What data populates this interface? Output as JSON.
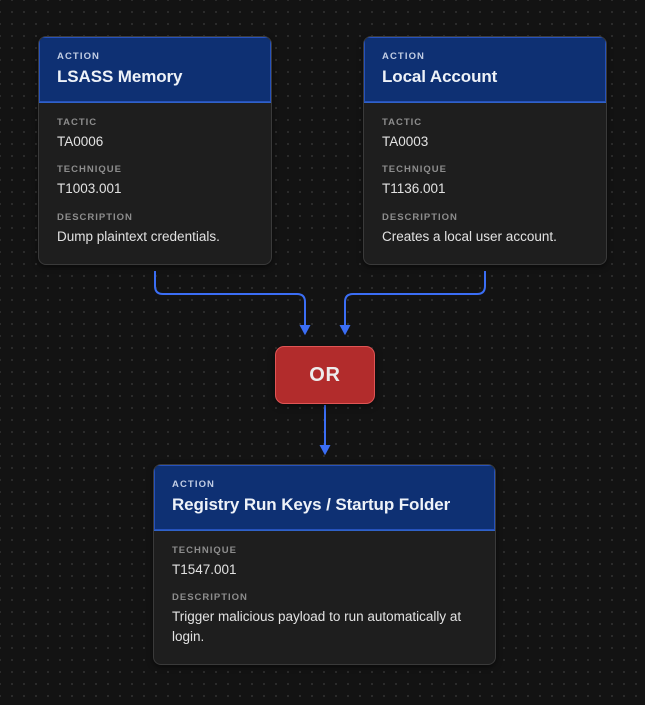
{
  "canvas": {
    "background_color": "#131313",
    "dot_color": "#2b2b2b",
    "edge_color": "#3b6ef5"
  },
  "nodes": [
    {
      "id": "lsass-memory",
      "kind": "action",
      "kicker": "ACTION",
      "title": "LSASS Memory",
      "header_color": "#0e3073",
      "fields": [
        {
          "label": "TACTIC",
          "value": "TA0006"
        },
        {
          "label": "TECHNIQUE",
          "value": "T1003.001"
        },
        {
          "label": "DESCRIPTION",
          "value": "Dump plaintext credentials."
        }
      ]
    },
    {
      "id": "local-account",
      "kind": "action",
      "kicker": "ACTION",
      "title": "Local Account",
      "header_color": "#0e3073",
      "fields": [
        {
          "label": "TACTIC",
          "value": "TA0003"
        },
        {
          "label": "TECHNIQUE",
          "value": "T1136.001"
        },
        {
          "label": "DESCRIPTION",
          "value": "Creates a local user account."
        }
      ]
    },
    {
      "id": "registry-run-keys",
      "kind": "action",
      "kicker": "ACTION",
      "title": "Registry Run Keys / Startup Folder",
      "header_color": "#0e3073",
      "fields": [
        {
          "label": "TECHNIQUE",
          "value": "T1547.001"
        },
        {
          "label": "DESCRIPTION",
          "value": "Trigger malicious payload to run automatically at login."
        }
      ]
    }
  ],
  "logic_node": {
    "id": "or-gate",
    "label": "OR",
    "fill_color": "#b22c2c",
    "border_color": "#e05555"
  },
  "edges": [
    {
      "from": "lsass-memory",
      "to": "or-gate",
      "marker": "arrow"
    },
    {
      "from": "local-account",
      "to": "or-gate",
      "marker": "arrow"
    },
    {
      "from": "or-gate",
      "to": "registry-run-keys",
      "marker": "arrow"
    }
  ]
}
